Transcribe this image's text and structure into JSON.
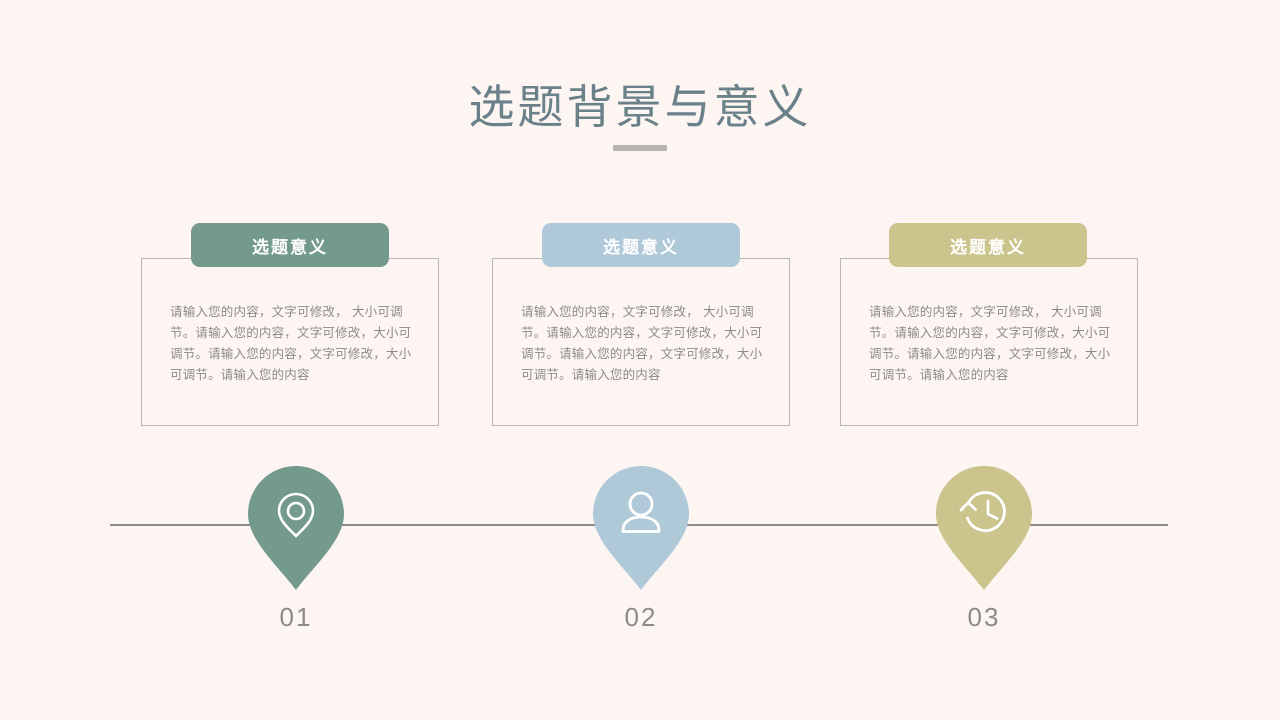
{
  "slide": {
    "background_color": "#fdf5f2",
    "title": "选题背景与意义",
    "title_color": "#6b818a",
    "underline_color": "#b9b4b2"
  },
  "cards": [
    {
      "header_label": "选题意义",
      "header_color": "#739a8c",
      "body": "请输入您的内容，文字可修改， 大小可调节。请输入您的内容，文字可修改，大小可调节。请输入您的内容，文字可修改，大小可调节。请输入您的内容"
    },
    {
      "header_label": "选题意义",
      "header_color": "#b0c9d9",
      "body": "请输入您的内容，文字可修改， 大小可调节。请输入您的内容，文字可修改，大小可调节。请输入您的内容，文字可修改，大小可调节。请输入您的内容"
    },
    {
      "header_label": "选题意义",
      "header_color": "#cbc48c",
      "body": "请输入您的内容，文字可修改， 大小可调节。请输入您的内容，文字可修改，大小可调节。请输入您的内容，文字可修改，大小可调节。请输入您的内容"
    }
  ],
  "timeline": {
    "line_color": "#8f8a8c",
    "markers": [
      {
        "number": "01",
        "icon": "location-pin-icon",
        "color": "#739a8c"
      },
      {
        "number": "02",
        "icon": "user-icon",
        "color": "#b0c9d9"
      },
      {
        "number": "03",
        "icon": "clock-history-icon",
        "color": "#cbc48c"
      }
    ]
  }
}
